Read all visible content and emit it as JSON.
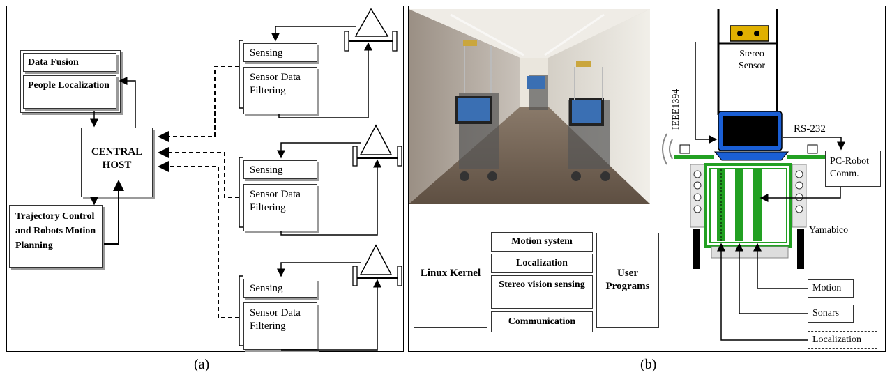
{
  "panel_a": {
    "caption": "(a)",
    "data_fusion": "Data Fusion",
    "people_localization": "People Localization",
    "central_host": "CENTRAL HOST",
    "trajectory": "Trajectory Control and Robots Motion Planning",
    "robots": [
      {
        "sensing": "Sensing",
        "filtering": "Sensor Data Filtering"
      },
      {
        "sensing": "Sensing",
        "filtering": "Sensor Data Filtering"
      },
      {
        "sensing": "Sensing",
        "filtering": "Sensor Data Filtering"
      }
    ]
  },
  "panel_b": {
    "caption": "(b)",
    "linux_kernel": "Linux Kernel",
    "modules": [
      "Motion system",
      "Localization",
      "Stereo vision sensing",
      "Communication"
    ],
    "user_programs": "User Programs",
    "stereo_sensor": "Stereo Sensor",
    "ieee": "IEEE1394",
    "rs232": "RS-232",
    "pc_robot": "PC-Robot Comm.",
    "yamabico": "Yamabico",
    "motion": "Motion",
    "sonars": "Sonars",
    "localization": "Localization"
  },
  "colors": {
    "border": "#000000",
    "shadow": "#9a9a9a",
    "robot_green": "#22a022",
    "laptop_blue": "#1a5fd6",
    "sensor_yellow": "#e0b000"
  }
}
